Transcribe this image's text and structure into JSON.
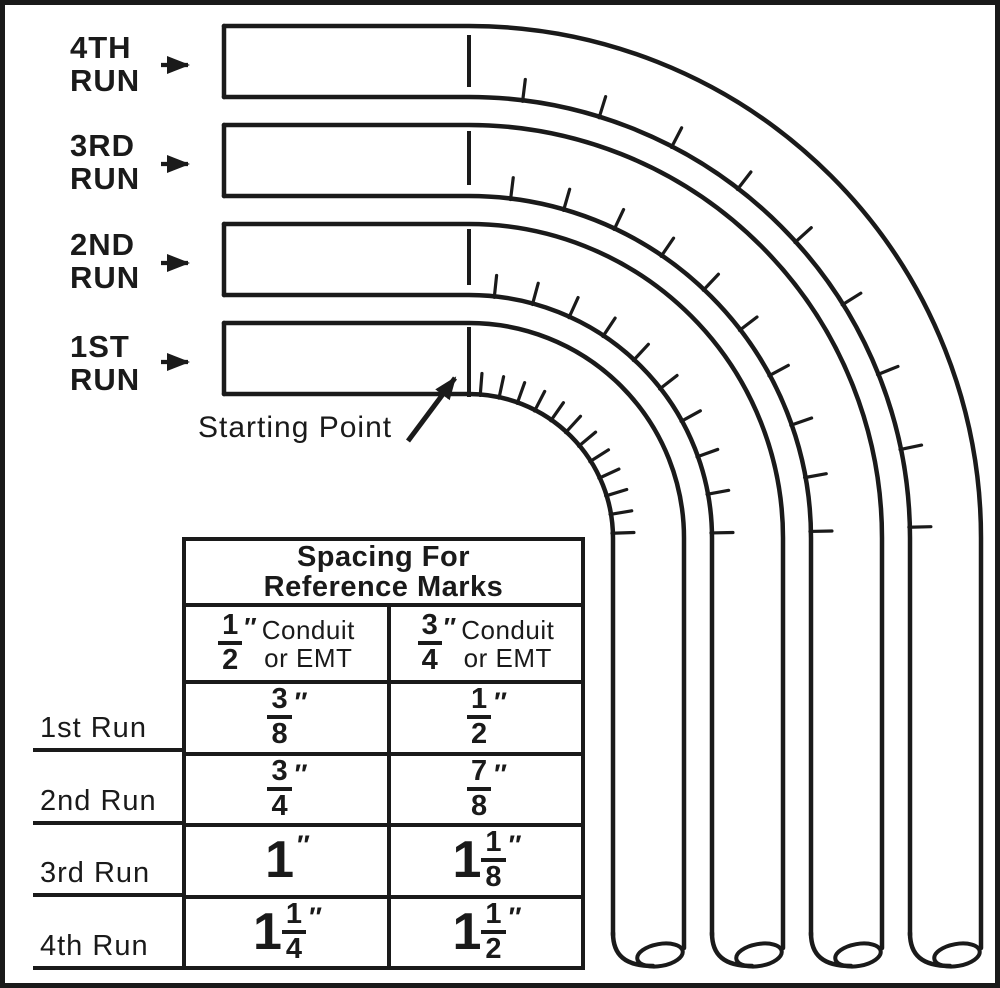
{
  "colors": {
    "ink": "#1a1a1a",
    "paper": "#ffffff"
  },
  "diagram": {
    "run_labels": [
      {
        "line1": "4TH",
        "line2": "RUN"
      },
      {
        "line1": "3RD",
        "line2": "RUN"
      },
      {
        "line1": "2ND",
        "line2": "RUN"
      },
      {
        "line1": "1ST",
        "line2": "RUN"
      }
    ],
    "starting_point_label": "Starting Point"
  },
  "table": {
    "title_line1": "Spacing For",
    "title_line2": "Reference Marks",
    "columns": [
      {
        "num": "1",
        "den": "2",
        "unit": "″",
        "word1": "Conduit",
        "word2": "or EMT"
      },
      {
        "num": "3",
        "den": "4",
        "unit": "″",
        "word1": "Conduit",
        "word2": "or EMT"
      }
    ],
    "rows": [
      {
        "label": "1st Run",
        "values": [
          {
            "whole": "",
            "num": "3",
            "den": "8",
            "unit": "″"
          },
          {
            "whole": "",
            "num": "1",
            "den": "2",
            "unit": "″"
          }
        ]
      },
      {
        "label": "2nd Run",
        "values": [
          {
            "whole": "",
            "num": "3",
            "den": "4",
            "unit": "″"
          },
          {
            "whole": "",
            "num": "7",
            "den": "8",
            "unit": "″"
          }
        ]
      },
      {
        "label": "3rd Run",
        "values": [
          {
            "whole": "1",
            "num": "",
            "den": "",
            "unit": "″"
          },
          {
            "whole": "1",
            "num": "1",
            "den": "8",
            "unit": "″"
          }
        ]
      },
      {
        "label": "4th Run",
        "values": [
          {
            "whole": "1",
            "num": "1",
            "den": "4",
            "unit": "″"
          },
          {
            "whole": "1",
            "num": "1",
            "den": "2",
            "unit": "″"
          }
        ]
      }
    ]
  }
}
